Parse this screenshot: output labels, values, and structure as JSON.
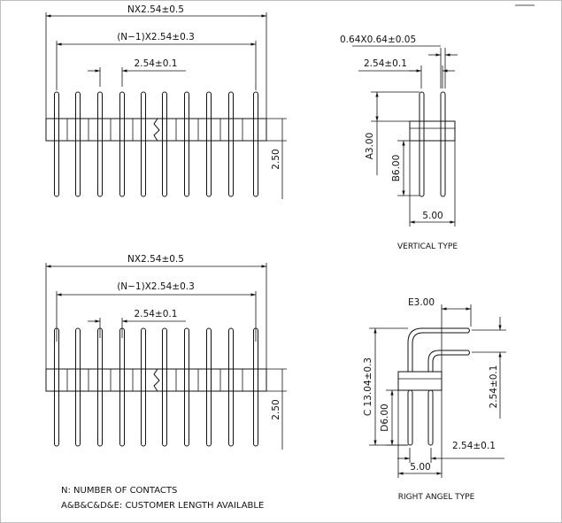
{
  "front_top": {
    "overall_dim": "NX2.54±0.5",
    "span_dim": "(N−1)X2.54±0.3",
    "pitch_dim": "2.54±0.1",
    "height_dim": "2.50"
  },
  "front_bottom": {
    "overall_dim": "NX2.54±0.5",
    "span_dim": "(N−1)X2.54±0.3",
    "pitch_dim": "2.54±0.1",
    "height_dim": "2.50"
  },
  "vertical": {
    "pin_dim": "0.64X0.64±0.05",
    "pitch_dim": "2.54±0.1",
    "a_dim": "A3.00",
    "b_dim": "B6.00",
    "width_dim": "5.00",
    "caption": "VERTICAL TYPE"
  },
  "right_angle": {
    "e_dim": "E3.00",
    "c_dim": "C 13.04±0.3",
    "d_dim": "D6.00",
    "pitch_v_dim": "2.54±0.1",
    "pitch_h_dim": "2.54±0.1",
    "width_dim": "5.00",
    "caption": "RIGHT ANGEL TYPE"
  },
  "notes": {
    "line1": "N:  NUMBER  OF  CONTACTS",
    "line2": "A&B&C&D&E:  CUSTOMER  LENGTH  AVAILABLE"
  }
}
